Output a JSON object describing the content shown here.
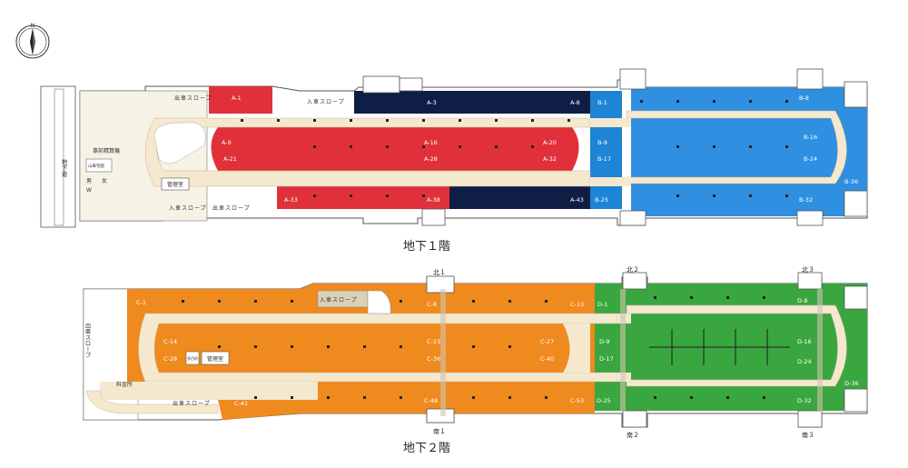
{
  "compass": {
    "label": "N"
  },
  "floors": {
    "b1": {
      "title": "地下１階",
      "colors": {
        "red": "#e0313b",
        "navy": "#0f1e45",
        "lightblue": "#1d84d6",
        "blue": "#2f8fe0",
        "corridor": "#f4e8cf"
      },
      "labels": [
        "A-1",
        "A-3",
        "A-8",
        "A-9",
        "A-16",
        "A-20",
        "A-21",
        "A-28",
        "A-32",
        "A-33",
        "A-38",
        "A-43",
        "B-1",
        "B-8",
        "B-9",
        "B-16",
        "B-17",
        "B-24",
        "B-25",
        "B-32",
        "B-36"
      ],
      "texts": {
        "exit_ramp_top": "出車スロープ",
        "entry_ramp_top": "入車スロープ",
        "payment_machine": "事前精算機",
        "control_room": "管理室",
        "entry_ramp_bottom": "入車スロープ",
        "exit_ramp_bottom": "出車スロープ",
        "underpass": "地下道",
        "small_room": "山車宅配",
        "restroom_m": "男",
        "restroom_w": "女",
        "restroom_wc": "W"
      }
    },
    "b2": {
      "title": "地下２階",
      "colors": {
        "orange": "#ef8a1f",
        "green": "#3aa640",
        "corridor": "#f4e8cf"
      },
      "labels": [
        "C-1",
        "C-8",
        "C-13",
        "C-14",
        "C-23",
        "C-27",
        "C-28",
        "C-36",
        "C-40",
        "C-41",
        "C-48",
        "C-53",
        "D-1",
        "D-8",
        "D-9",
        "D-16",
        "D-17",
        "D-24",
        "D-25",
        "D-32",
        "D-36"
      ],
      "texts": {
        "entry_ramp": "入車スロープ",
        "exit_ramp_left": "出車スロープ",
        "exit_ramp_bottom": "出車スロープ",
        "control_room": "管理室",
        "toll_booth": "料金所",
        "restroom": "多目的"
      },
      "exits": [
        "北１",
        "北２",
        "北３",
        "南１",
        "南２",
        "南３"
      ]
    }
  }
}
